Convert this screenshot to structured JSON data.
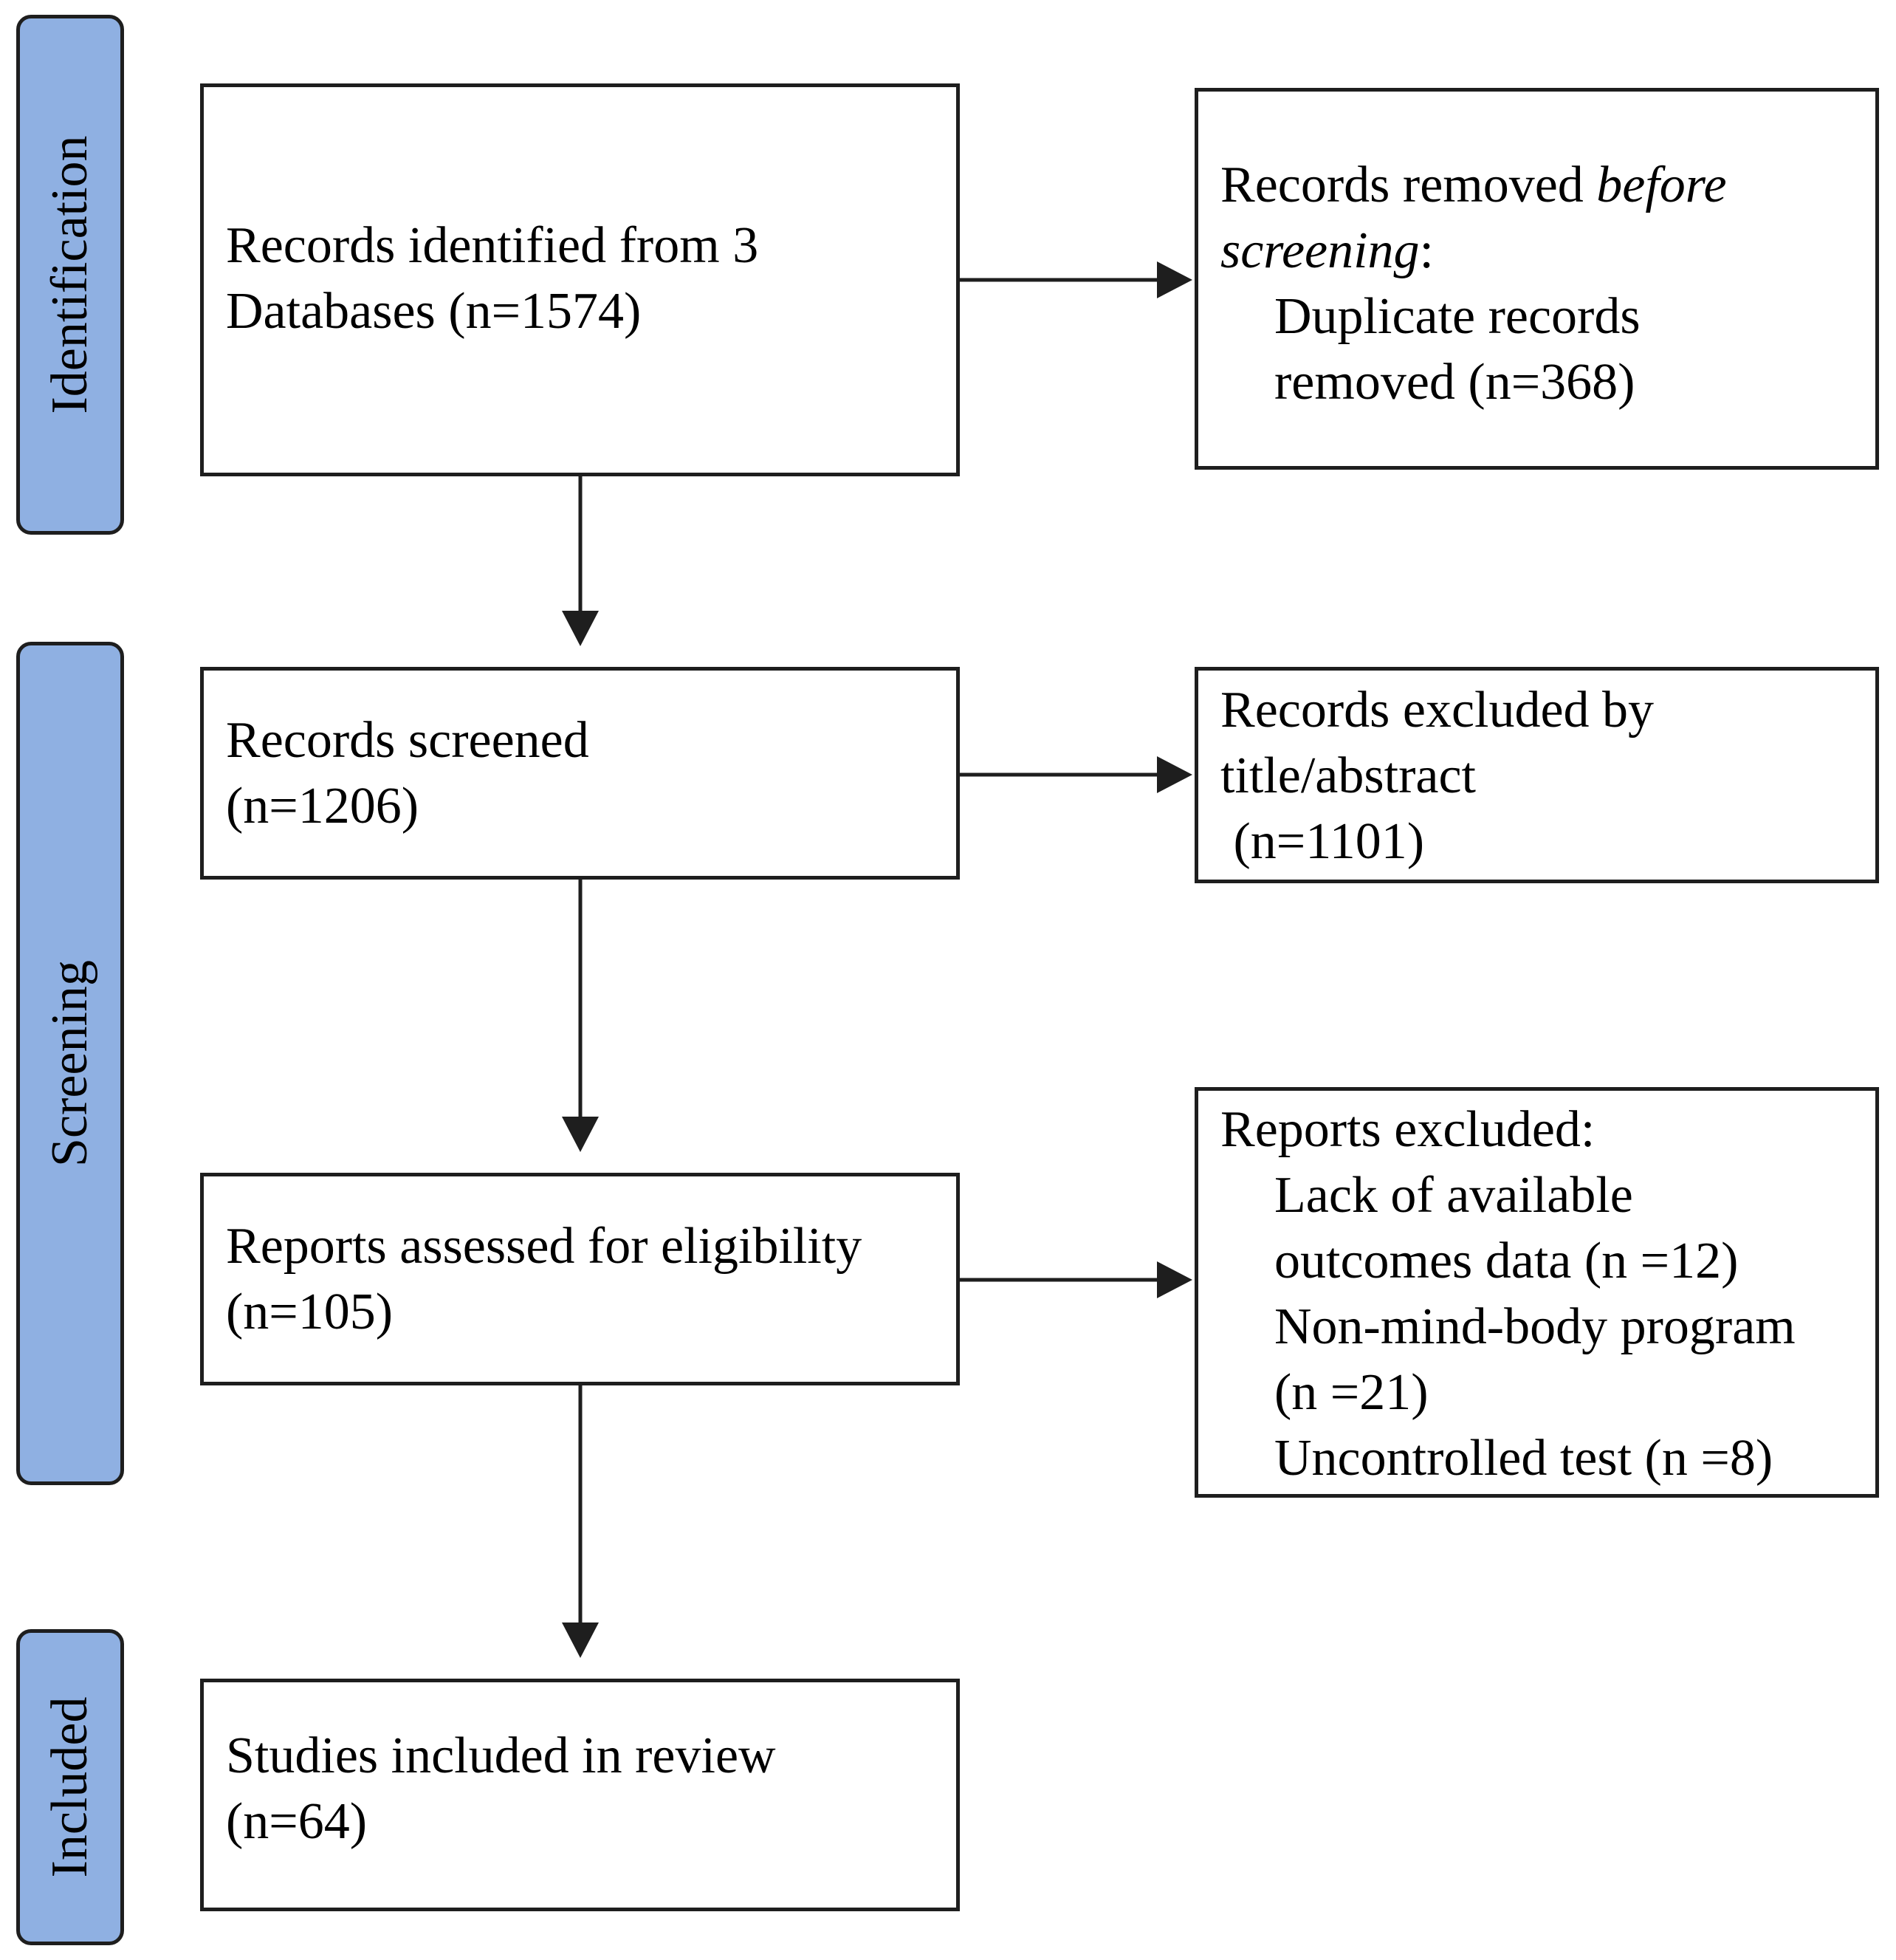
{
  "stages": {
    "identification": "Identification",
    "screening": "Screening",
    "included": "Included"
  },
  "boxes": {
    "identified": {
      "line1": "Records identified from 3",
      "line2": "Databases (n=1574)"
    },
    "removed": {
      "line1_plain": "Records removed ",
      "line1_italic": "before",
      "line2_italic": "screening",
      "line2_plain": ":",
      "line3": "Duplicate records",
      "line4": "removed (n=368)"
    },
    "screened": {
      "line1": "Records screened",
      "line2": "(n=1206)"
    },
    "excluded_title": {
      "line1": "Records excluded by",
      "line2": "title/abstract",
      "line3": " (n=1101)"
    },
    "assessed": {
      "line1": "Reports assessed for eligibility",
      "line2": "(n=105)"
    },
    "reports_excluded": {
      "line1": "Reports excluded:",
      "line2": "Lack of available",
      "line3": "outcomes data (n =12)",
      "line4": "Non-mind-body program",
      "line5": "(n =21)",
      "line6": "Uncontrolled test (n =8)"
    },
    "included": {
      "line1": "Studies included in review",
      "line2": "(n=64)"
    }
  },
  "colors": {
    "stage_fill": "#8fb0e2",
    "stroke": "#1e1e1e"
  }
}
